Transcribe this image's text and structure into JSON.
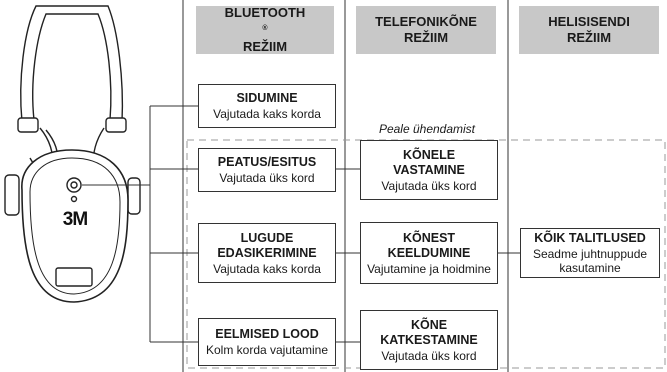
{
  "columns": [
    {
      "line1": "BLUETOOTH",
      "mark": "®",
      "line2": "REŽIIM"
    },
    {
      "line1": "TELEFONIKÕNE",
      "mark": "",
      "line2": "REŽIIM"
    },
    {
      "line1": "HELISISENDI",
      "mark": "",
      "line2": "REŽIIM"
    }
  ],
  "brand_logo": "3M",
  "after_pairing_note": "Peale ühendamist",
  "bluetooth_boxes": [
    {
      "title": "SIDUMINE",
      "sub": "Vajutada kaks korda"
    },
    {
      "title": "PEATUS/ESITUS",
      "sub": "Vajutada üks kord"
    },
    {
      "title": "LUGUDE EDASIKERIMINE",
      "sub": "Vajutada kaks korda"
    },
    {
      "title": "EELMISED LOOD",
      "sub": "Kolm korda vajutamine"
    }
  ],
  "phone_boxes": [
    {
      "title": "KÕNELE VASTAMINE",
      "sub": "Vajutada üks kord"
    },
    {
      "title": "KÕNEST KEELDUMINE",
      "sub": "Vajutamine ja hoidmine"
    },
    {
      "title": "KÕNE KATKESTAMINE",
      "sub": "Vajutada üks kord"
    }
  ],
  "audio_boxes": [
    {
      "title": "KÕIK TALITLUSED",
      "sub": "Seadme juhtnuppude kasutamine"
    }
  ],
  "colors": {
    "header_fill": "#c8c8c8",
    "line": "#333333",
    "dashed": "#999999"
  }
}
